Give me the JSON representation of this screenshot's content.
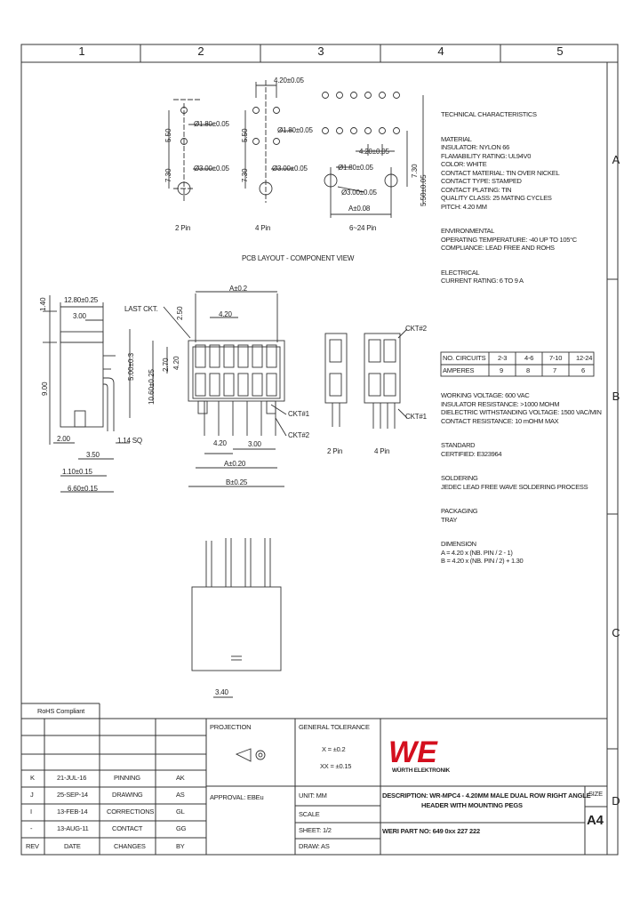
{
  "border": {
    "columns": [
      "1",
      "2",
      "3",
      "4",
      "5"
    ],
    "rows": [
      "A",
      "B",
      "C",
      "D"
    ]
  },
  "pin_views": {
    "p2": {
      "label": "2 Pin",
      "dim_v_top": "5.50",
      "dim_v_bot": "7.30",
      "dim_hole": "Ø1.80±0.05",
      "dim_peg": "Ø3.00±0.05"
    },
    "p4": {
      "label": "4 Pin",
      "dim_h": "4.20±0.05",
      "dim_v_top": "5.50",
      "dim_v_bot": "7.30",
      "dim_hole": "Ø1.80±0.05",
      "dim_peg": "Ø3.00±0.05"
    },
    "pn": {
      "label": "6~24 Pin",
      "dim_h": "4.20±0.05",
      "dim_v1": "7.30",
      "dim_v2": "5.50±0.05",
      "dim_hole": "Ø1.80±0.05",
      "dim_peg": "Ø3.00±0.05",
      "dim_a": "A±0.08"
    },
    "pcb_title": "PCB LAYOUT - COMPONENT VIEW"
  },
  "side_view": {
    "d1": "1.40",
    "d2": "12.80±0.25",
    "d3": "3.00",
    "d4": "9.00",
    "d5": "2.00",
    "d6": "3.50",
    "d7": "1.10±0.15",
    "d8": "6.60±0.15",
    "d9": "1.14 SQ"
  },
  "front_view": {
    "last_ckt": "LAST CKT.",
    "ckt1": "CKT#1",
    "ckt2": "CKT#2",
    "a_top": "A±0.2",
    "d420": "4.20",
    "d250": "2.50",
    "v1": "5.00±0.3",
    "v2": "10.60±0.25",
    "v3": "2.70",
    "v4": "4.20",
    "b420": "4.20",
    "b300": "3.00",
    "a020": "A±0.20",
    "b025": "B±0.25",
    "p2_label": "2 Pin",
    "p4_label": "4 Pin",
    "ckt2_r": "CKT#2",
    "ckt1_r": "CKT#1"
  },
  "bottom_view": {
    "d340": "3.40"
  },
  "specs": {
    "tech_title": "TECHNICAL CHARACTERISTICS",
    "material_title": "MATERIAL",
    "material_lines": [
      "INSULATOR: NYLON 66",
      "FLAMABILITY RATING: UL94V0",
      "COLOR: WHITE",
      "CONTACT MATERIAL: TIN OVER NICKEL",
      "CONTACT TYPE: STAMPED",
      "CONTACT PLATING: TIN",
      "QUALITY CLASS: 25 MATING CYCLES",
      "PITCH: 4.20 MM"
    ],
    "env_title": "ENVIRONMENTAL",
    "env_lines": [
      "OPERATING TEMPERATURE: -40 UP TO 105°C",
      "COMPLIANCE: LEAD FREE AND ROHS"
    ],
    "elec_title": "ELECTRICAL",
    "elec_lines": [
      "CURRENT RATING: 6 TO 9 A"
    ],
    "current_table": {
      "headers": [
        "NO. CIRCUITS",
        "2-3",
        "4-6",
        "7-10",
        "12-24"
      ],
      "row": [
        "AMPERES",
        "9",
        "8",
        "7",
        "6"
      ]
    },
    "elec2_lines": [
      "WORKING VOLTAGE: 600 VAC",
      "INSULATOR RESISTANCE: >1000 MOHM",
      "DIELECTRIC WITHSTANDING VOLTAGE: 1500 VAC/MIN",
      "CONTACT RESISTANCE: 10 mOHM MAX"
    ],
    "std_title": "STANDARD",
    "std_lines": [
      "CERTIFIED: E323964"
    ],
    "sold_title": "SOLDERING",
    "sold_lines": [
      "JEDEC LEAD FREE WAVE SOLDERING PROCESS"
    ],
    "pack_title": "PACKAGING",
    "pack_lines": [
      "TRAY"
    ],
    "dim_title": "DIMENSION",
    "dim_lines": [
      "A = 4.20 x (NB. PIN / 2 - 1)",
      "B = 4.20 x (NB. PIN / 2) + 1.30"
    ]
  },
  "title_block": {
    "rohs": "RoHS Compliant",
    "revisions": [
      {
        "rev": "K",
        "date": "21-JUL-16",
        "desc": "PINNING",
        "by": "AK"
      },
      {
        "rev": "J",
        "date": "25-SEP-14",
        "desc": "DRAWING",
        "by": "AS"
      },
      {
        "rev": "I",
        "date": "13-FEB-14",
        "desc": "CORRECTIONS",
        "by": "GL"
      },
      {
        "rev": "-",
        "date": "13-AUG-11",
        "desc": "CONTACT",
        "by": "GG"
      }
    ],
    "rev_headers": {
      "rev": "REV",
      "date": "DATE",
      "desc": "CHANGES",
      "by": "BY"
    },
    "projection": "PROJECTION",
    "approval": "APPROVAL: EBEu",
    "tol_title": "GENERAL TOLERANCE",
    "tol1": "X = ±0.2",
    "tol2": "XX = ±0.15",
    "unit": "UNIT: MM",
    "scale": "SCALE",
    "sheet": "SHEET: 1/2",
    "drawn": "DRAW: AS",
    "description": "DESCRIPTION: WR-MPC4 - 4.20MM MALE DUAL ROW RIGHT ANGLE",
    "description2": "HEADER WITH MOUNTING PEGS",
    "part_no": "WERI PART NO: 649 0xx 227 222",
    "size_label": "SIZE",
    "size_value": "A4",
    "brand": "WÜRTH ELEKTRONIK",
    "logo_text": "WE",
    "brand_color": "#d40f1e"
  }
}
